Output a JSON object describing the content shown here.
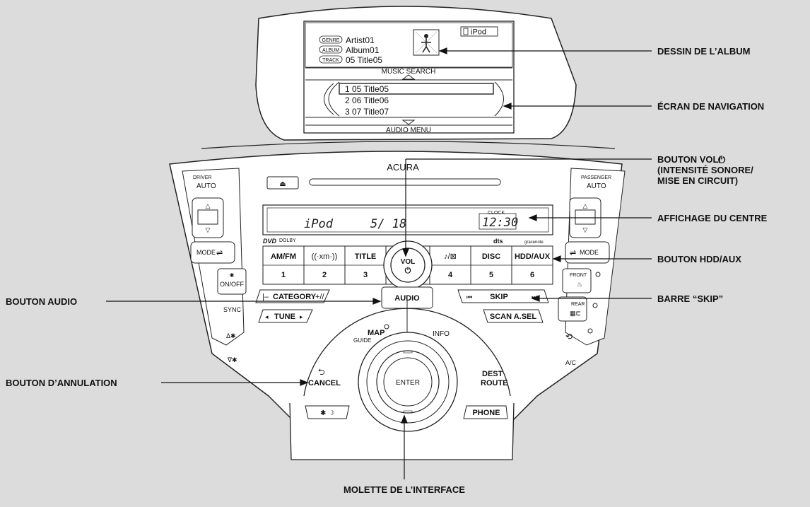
{
  "display": {
    "ipod_badge": "iPod",
    "rows": [
      {
        "tag": "GENRE",
        "value": "Artist01"
      },
      {
        "tag": "ALBUM",
        "value": "Album01"
      },
      {
        "tag": "TRACK",
        "value": "05 Title05"
      }
    ],
    "music_search": "MUSIC SEARCH",
    "list": [
      "1  05 Title05",
      "2  06 Title06",
      "3  07 Title07"
    ],
    "audio_menu": "AUDIO MENU"
  },
  "console": {
    "brand": "ACURA",
    "driver_label": "DRIVER",
    "passenger_label": "PASSENGER",
    "auto": "AUTO",
    "mode": "MODE",
    "front": "FRONT",
    "rear": "REAR",
    "on_off": "ON/OFF",
    "sync": "SYNC",
    "ac": "A/C",
    "lcd": {
      "source": "iPod",
      "track": "5/ 18",
      "clock_label": "CLOCK",
      "clock": "12:30"
    },
    "logos": {
      "dvd": "DVD",
      "dolby": "DOLBY",
      "dts": "dts",
      "gracenote": "gracenote"
    },
    "presets": [
      {
        "label": "AM/FM",
        "num": "1"
      },
      {
        "label": "((( ))) ",
        "num": "2"
      },
      {
        "label": "TITLE",
        "num": "3"
      },
      {
        "label": "♪/⊠",
        "num": "4"
      },
      {
        "label": "DISC",
        "num": "5"
      },
      {
        "label": "HDD/AUX",
        "num": "6"
      }
    ],
    "vol": "VOL",
    "category": "CATEGORY",
    "audio": "AUDIO",
    "skip": "SKIP",
    "tune": "TUNE",
    "scan": "SCAN A.SEL",
    "map": "MAP",
    "guide": "GUIDE",
    "info": "INFO",
    "cancel": "CANCEL",
    "enter": "ENTER",
    "dest": "DEST",
    "route": "ROUTE",
    "phone": "PHONE"
  },
  "callouts": {
    "album_art": "DESSIN DE L’ALBUM",
    "nav_screen": "ÉCRAN DE NAVIGATION",
    "vol_line1": "BOUTON VOL/",
    "vol_line2": "(INTENSITÉ SONORE/",
    "vol_line3": "MISE EN CIRCUIT)",
    "center_display": "AFFICHAGE DU CENTRE",
    "hdd_aux": "BOUTON HDD/AUX",
    "skip_bar": "BARRE “SKIP”",
    "audio_button": "BOUTON AUDIO",
    "cancel_button": "BOUTON D’ANNULATION",
    "interface_dial": "MOLETTE DE L’INTERFACE"
  }
}
